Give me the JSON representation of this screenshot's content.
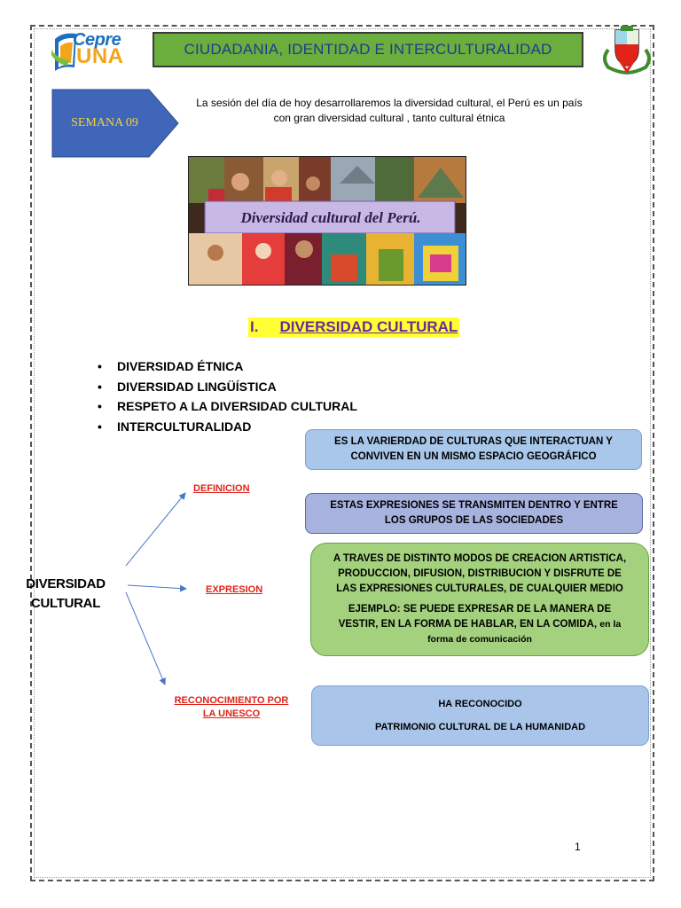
{
  "header": {
    "logo": {
      "line1": "Cepre",
      "line2": "UNA"
    },
    "title": "CIUDADANIA, IDENTIDAD E INTERCULTURALIDAD"
  },
  "semana": {
    "label": "SEMANA 09"
  },
  "intro": {
    "line1": "La sesión del día de hoy desarrollaremos la diversidad cultural, el Perú es un país",
    "line2": "con gran diversidad cultural , tanto cultural étnica"
  },
  "banner": {
    "caption": "Diversidad cultural del Perú."
  },
  "section": {
    "number": "I.",
    "title": "DIVERSIDAD CULTURAL"
  },
  "topics": [
    "DIVERSIDAD ÉTNICA",
    "DIVERSIDAD LINGÜÍSTICA",
    "RESPETO A LA DIVERSIDAD CULTURAL",
    "INTERCULTURALIDAD"
  ],
  "concept_map": {
    "center": {
      "line1": "DIVERSIDAD",
      "line2": "CULTURAL"
    },
    "branches": {
      "definicion": "DEFINICION",
      "expresion": "EXPRESION",
      "reconocimiento_line1": "RECONOCIMIENTO POR",
      "reconocimiento_line2": "LA UNESCO"
    },
    "boxes": {
      "definicion": {
        "line1": "ES LA VARIERDAD DE CULTURAS QUE INTERACTUAN Y",
        "line2": "CONVIVEN EN UN MISMO ESPACIO GEOGRÁFICO"
      },
      "expresion": {
        "line1": "ESTAS EXPRESIONES SE TRANSMITEN DENTRO Y ENTRE",
        "line2": "LOS GRUPOS DE LAS SOCIEDADES"
      },
      "creacion": {
        "line1": "A TRAVES DE DISTINTO MODOS DE CREACION ARTISTICA,",
        "line2": "PRODUCCION, DIFUSION, DISTRIBUCION Y DISFRUTE DE",
        "line3": "LAS EXPRESIONES CULTURALES, DE CUALQUIER MEDIO",
        "example_line1": "EJEMPLO: SE PUEDE EXPRESAR DE LA MANERA DE",
        "example_line2a": "VESTIR, EN LA FORMA DE HABLAR, EN LA COMIDA,",
        "example_line2b": "en la",
        "example_line3": "forma de comunicación"
      },
      "unesco": {
        "line1": "HA RECONOCIDO",
        "line2": "PATRIMONIO CULTURAL DE LA HUMANIDAD"
      }
    }
  },
  "page_number": "1",
  "colors": {
    "title_bg": "#6cae3e",
    "title_text": "#1f3b8c",
    "semana_bg": "#3f66b8",
    "semana_text": "#f4d23a",
    "heading_highlight": "#ffff33",
    "heading_text": "#6b2c91",
    "branch_text": "#e2231a",
    "arrow": "#4a79c4"
  }
}
